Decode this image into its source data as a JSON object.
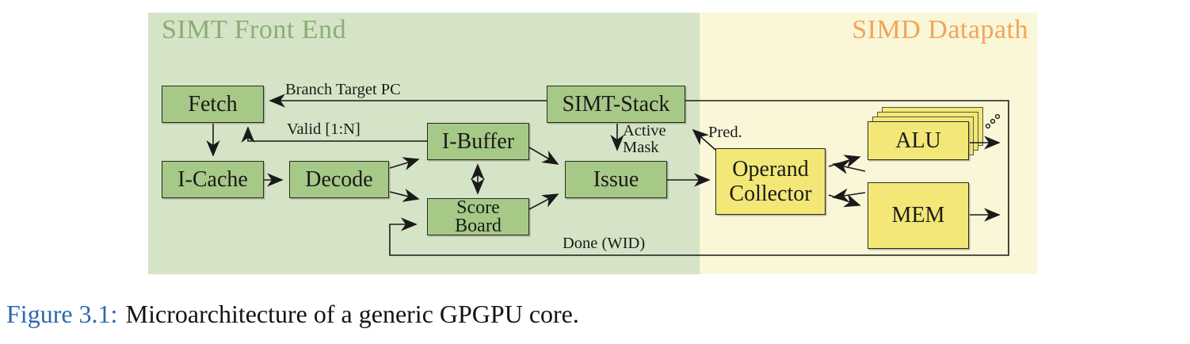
{
  "figure": {
    "front_end": {
      "title": "SIMT Front End"
    },
    "datapath": {
      "title": "SIMD Datapath"
    },
    "blocks": {
      "fetch": {
        "label": "Fetch"
      },
      "icache": {
        "label": "I-Cache"
      },
      "decode": {
        "label": "Decode"
      },
      "ibuffer": {
        "label": "I-Buffer"
      },
      "scoreboard": {
        "lines": [
          "Score",
          "Board"
        ]
      },
      "issue": {
        "label": "Issue"
      },
      "simt_stack": {
        "label": "SIMT-Stack"
      },
      "operand_collector": {
        "lines": [
          "Operand",
          "Collector"
        ]
      },
      "alu": {
        "label": "ALU"
      },
      "mem": {
        "label": "MEM"
      }
    },
    "signals": {
      "branch_target_pc": "Branch Target PC",
      "valid": "Valid [1:N]",
      "active_mask": [
        "Active",
        "Mask"
      ],
      "pred": "Pred.",
      "done": "Done (WID)"
    },
    "colors": {
      "front_end_bg": "#d5e4c6",
      "front_end_title": "#8aad76",
      "datapath_bg": "#faf6d8",
      "datapath_title": "#f0a55a",
      "green_block": "#a6c987",
      "yellow_block": "#f3e877",
      "wire": "#1a1a1a",
      "caption_label": "#2e68ae"
    }
  },
  "caption": {
    "label": "Figure 3.1:",
    "text": "Microarchitecture of a generic GPGPU core."
  }
}
